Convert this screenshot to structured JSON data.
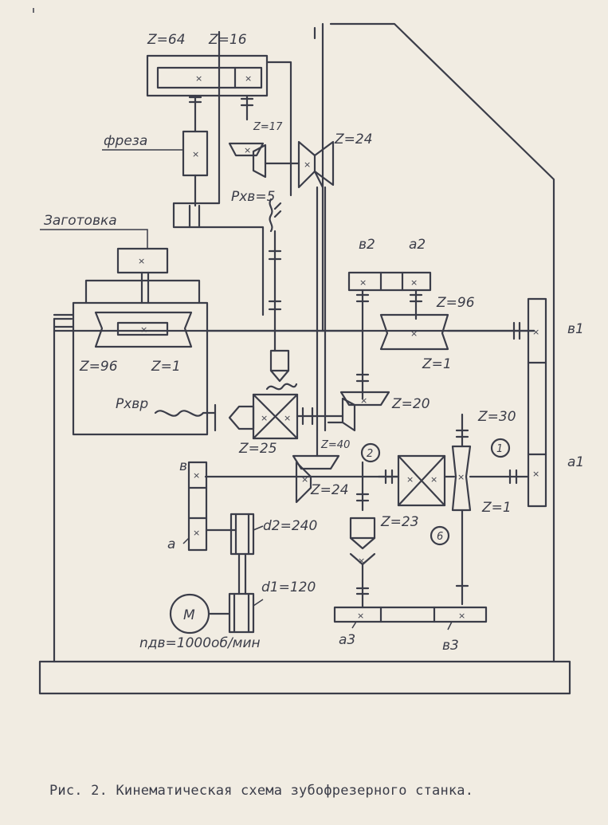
{
  "labels": {
    "z64": "Z=64",
    "z16": "Z=16",
    "z17": "Z=17",
    "z24_top": "Z=24",
    "freza": "фреза",
    "pxv": "Pхв=5",
    "zagotovka": "Заготовка",
    "b2": "в2",
    "a2": "а2",
    "z96_right": "Z=96",
    "b1": "в1",
    "z1_right": "Z=1",
    "z96_left": "Z=96",
    "z1_left": "Z=1",
    "pxvr": "Pхвр",
    "z20": "Z=20",
    "z30": "Z=30",
    "z25": "Z=25",
    "z40": "Z=40",
    "circle2": "2",
    "circle1": "1",
    "a1": "а1",
    "b_left": "в",
    "z24_mid": "Z=24",
    "z23": "Z=23",
    "z1_worm": "Z=1",
    "a_left": "а",
    "d2": "d2=240",
    "circle6": "6",
    "d1": "d1=120",
    "motor": "M",
    "ndv": "nдв=1000об/мин",
    "a3": "а3",
    "b3": "в3"
  },
  "caption": "Рис. 2. Кинематическая схема зубофрезерного станка."
}
